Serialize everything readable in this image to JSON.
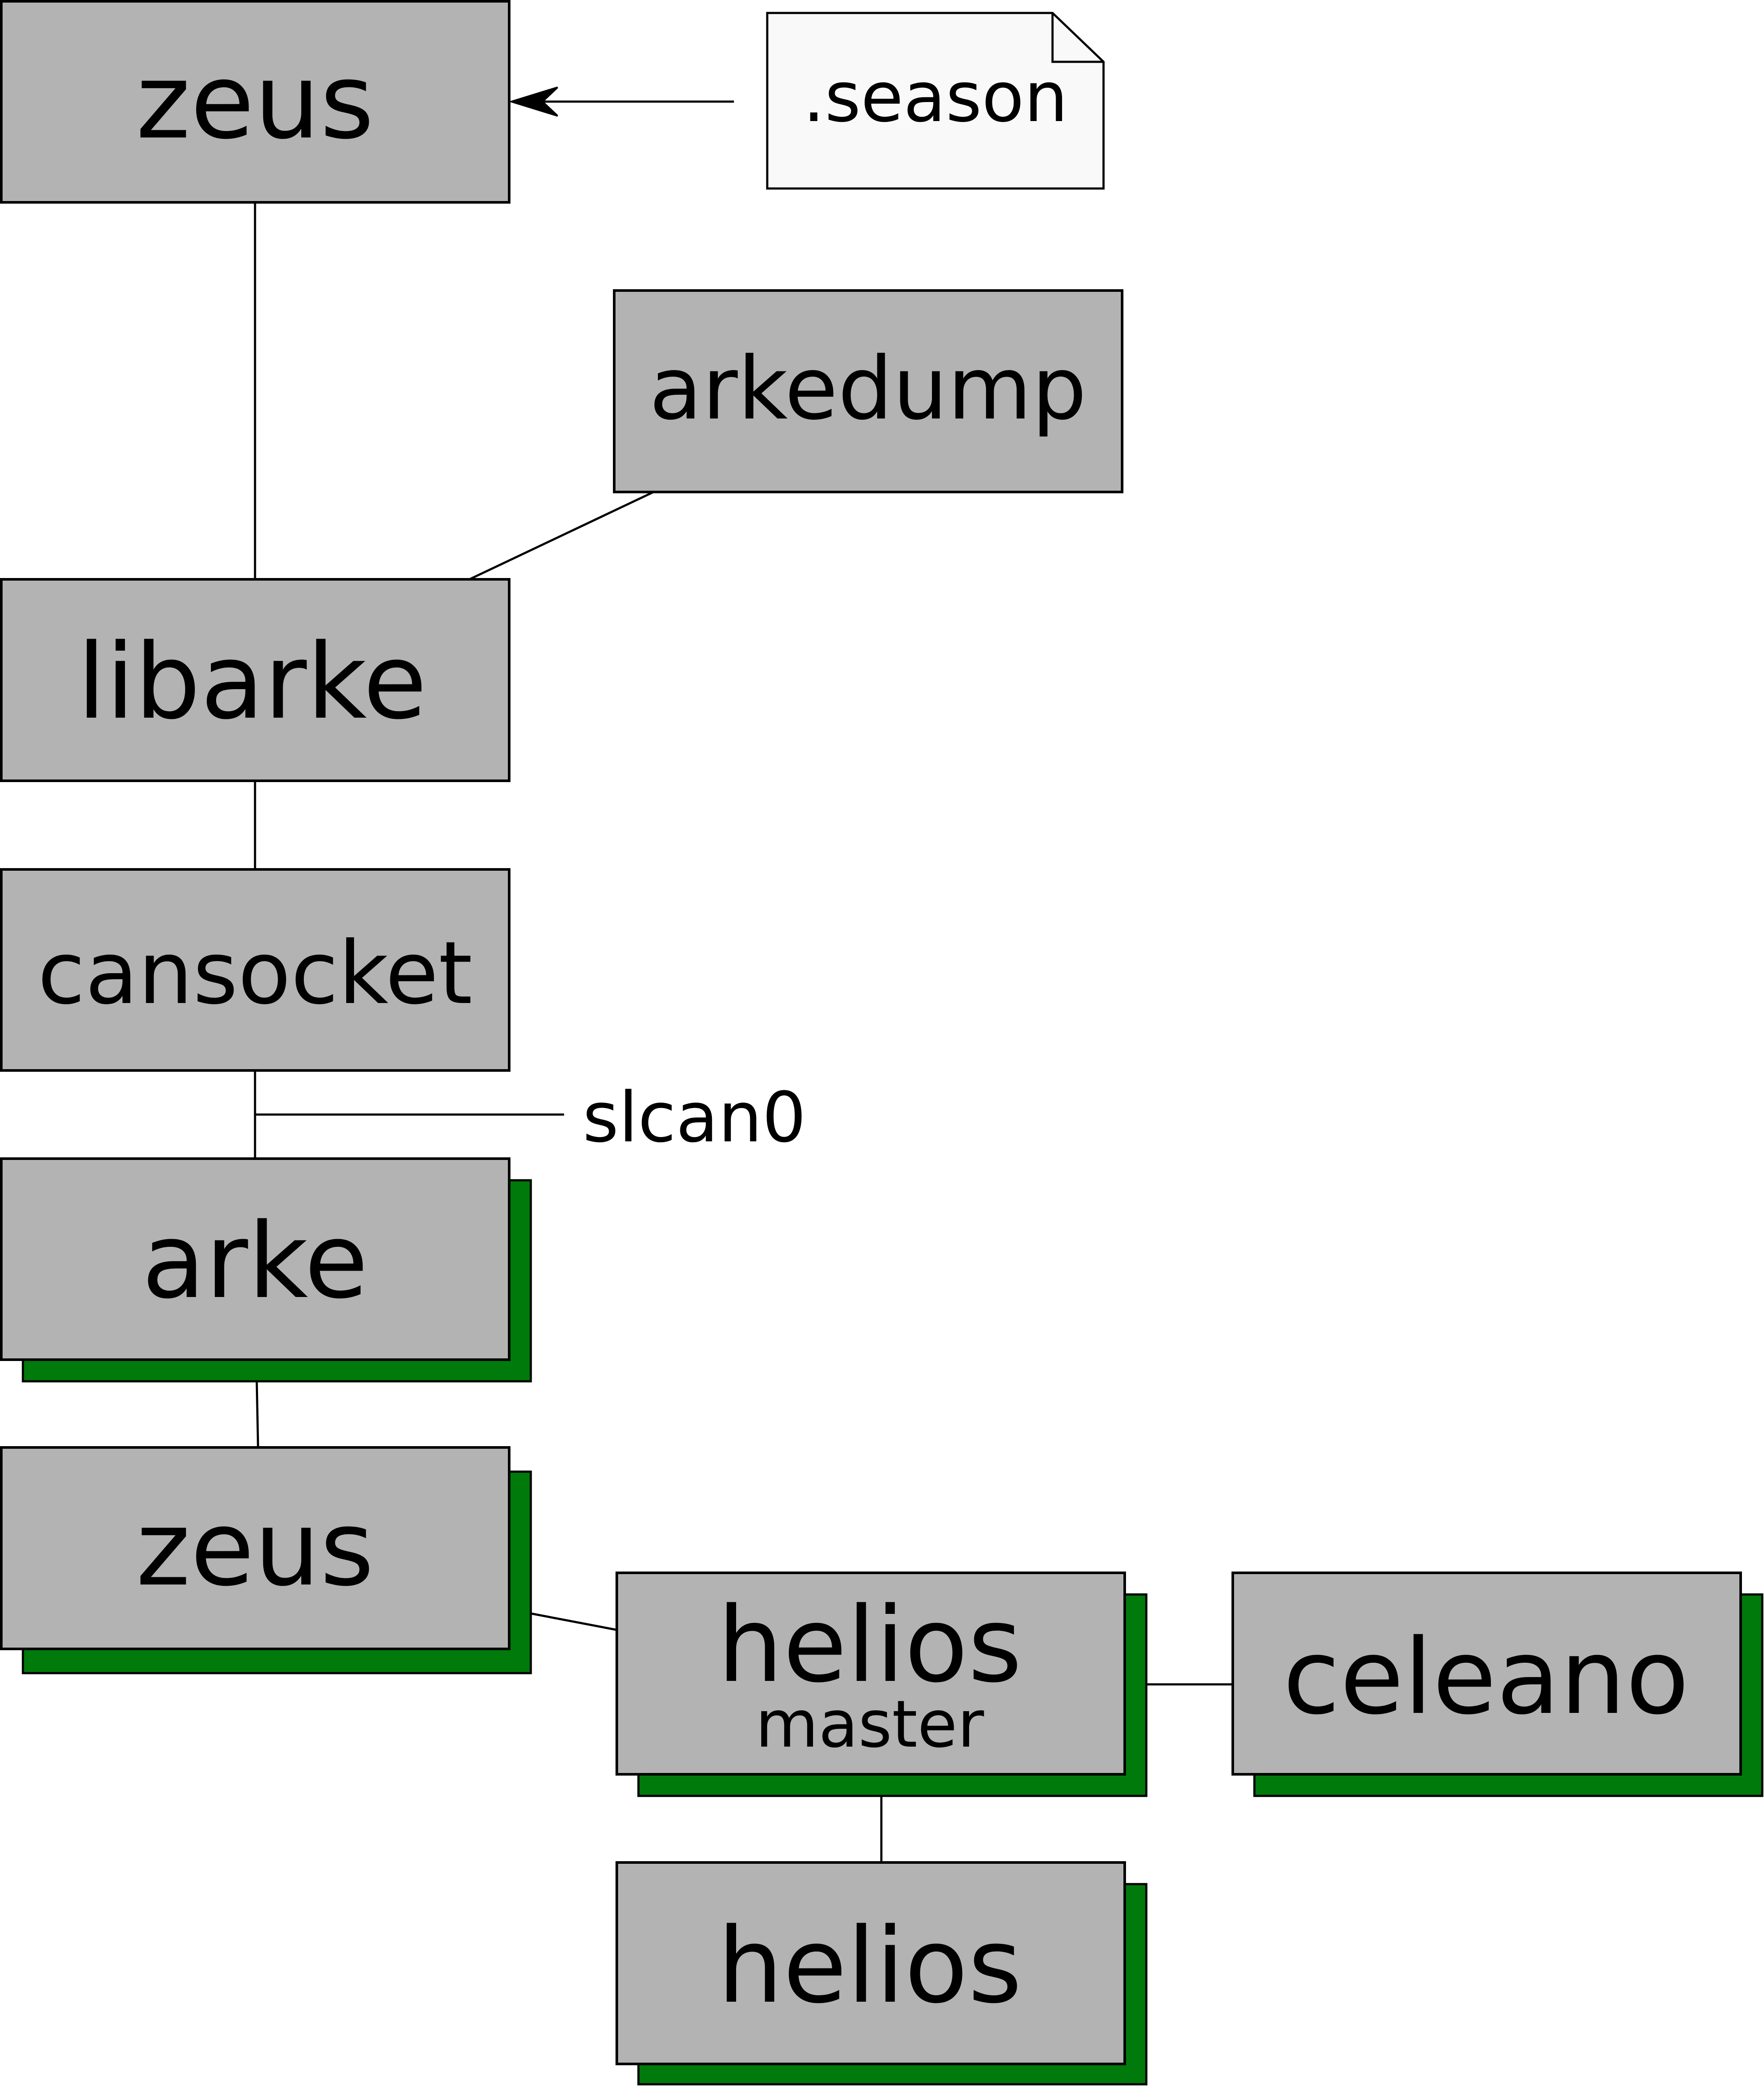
{
  "nodes": {
    "zeus_top": {
      "label": "zeus"
    },
    "arkedump": {
      "label": "arkedump"
    },
    "libarke": {
      "label": "libarke"
    },
    "cansocket": {
      "label": "cansocket"
    },
    "arke": {
      "label": "arke"
    },
    "zeus_bottom": {
      "label": "zeus"
    },
    "helios_master": {
      "label": "helios",
      "sublabel": "master"
    },
    "celeano": {
      "label": "celeano"
    },
    "helios": {
      "label": "helios"
    }
  },
  "note": {
    "label": ".season"
  },
  "edge_labels": {
    "slcan0": "slcan0"
  },
  "colors": {
    "box_fill": "#b3b3b3",
    "shadow_fill": "#007a0a",
    "note_fill": "#f9f9f9",
    "stroke": "#000000"
  }
}
